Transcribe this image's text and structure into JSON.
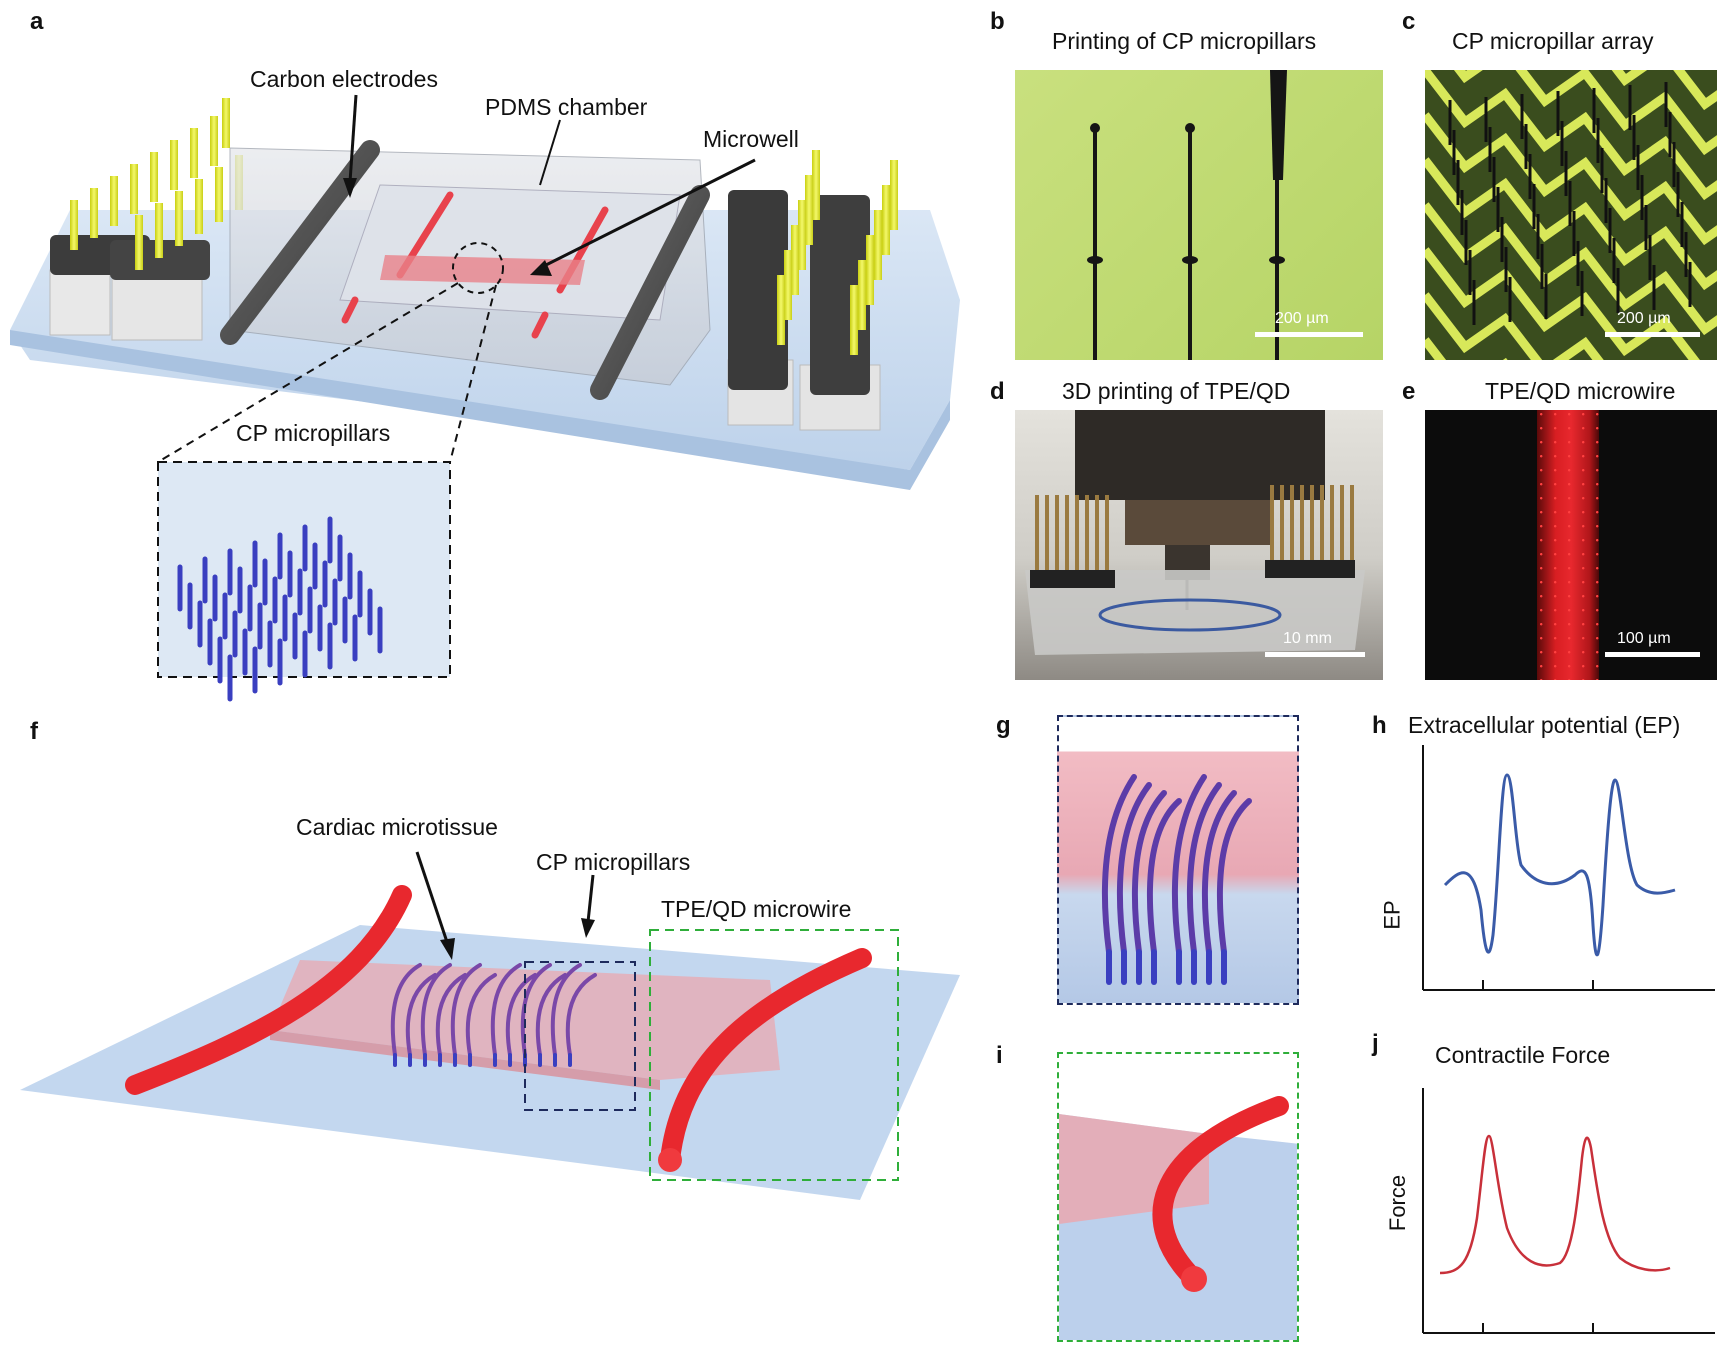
{
  "panels": {
    "a": {
      "label": "a",
      "annotations": {
        "carbon": "Carbon electrodes",
        "pdms": "PDMS chamber",
        "microwell": "Microwell",
        "inset": "CP micropillars"
      }
    },
    "b": {
      "label": "b",
      "title": "Printing of CP micropillars",
      "scale": "200 µm"
    },
    "c": {
      "label": "c",
      "title": "CP micropillar array",
      "scale": "200 µm"
    },
    "d": {
      "label": "d",
      "title": "3D printing of TPE/QD",
      "scale": "10 mm"
    },
    "e": {
      "label": "e",
      "title": "TPE/QD microwire",
      "scale": "100 µm"
    },
    "f": {
      "label": "f",
      "annotations": {
        "tissue": "Cardiac microtissue",
        "pillars": "CP micropillars",
        "wire": "TPE/QD microwire"
      }
    },
    "g": {
      "label": "g"
    },
    "h": {
      "label": "h",
      "title": "Extracellular potential (EP)",
      "ylabel": "EP"
    },
    "i": {
      "label": "i"
    },
    "j": {
      "label": "j",
      "title": "Contractile Force",
      "ylabel": "Force"
    }
  },
  "colors": {
    "ep_trace": "#3a5ba8",
    "force_trace": "#c8303a",
    "pillar_blue": "#3a3fc0",
    "wire_red": "#e8282e",
    "tissue_pink": "#e8a0a8",
    "substrate_blue": "#b8d0ec",
    "electrode_pin": "#e4ea2a",
    "inset_dark": "#1e2a5c",
    "inset_green": "#2fae3a"
  },
  "icons": {
    "arrow": "black-arrow-icon"
  }
}
